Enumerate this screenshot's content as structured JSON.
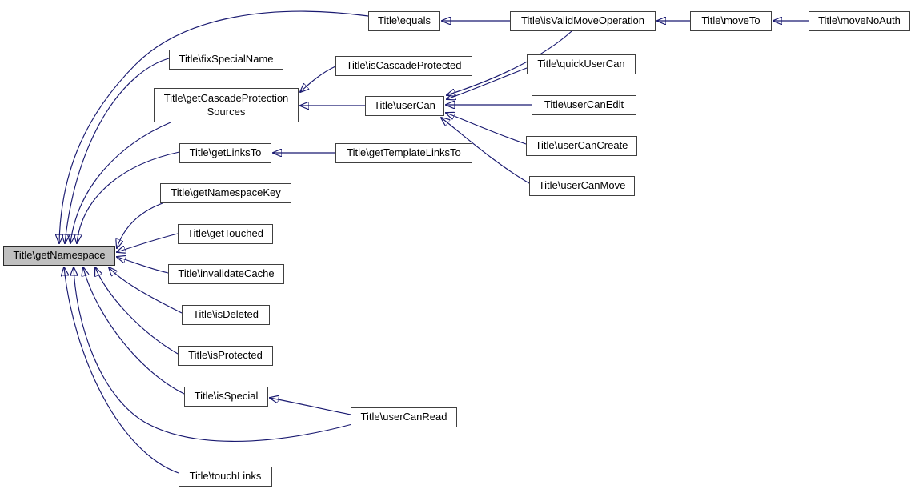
{
  "graph": {
    "kind": "caller-graph",
    "colors": {
      "edge": "#191970",
      "node_border": "#404040",
      "node_fill": "#ffffff",
      "highlight_fill": "#c0c0c0",
      "text": "#000000",
      "background": "#ffffff"
    },
    "nodes": [
      {
        "id": "getNamespace",
        "label": "Title\\getNamespace",
        "highlighted": true
      },
      {
        "id": "equals",
        "label": "Title\\equals",
        "highlighted": false
      },
      {
        "id": "isValidMoveOperation",
        "label": "Title\\isValidMoveOperation",
        "highlighted": false
      },
      {
        "id": "moveTo",
        "label": "Title\\moveTo",
        "highlighted": false
      },
      {
        "id": "moveNoAuth",
        "label": "Title\\moveNoAuth",
        "highlighted": false
      },
      {
        "id": "fixSpecialName",
        "label": "Title\\fixSpecialName",
        "highlighted": false
      },
      {
        "id": "isCascadeProtected",
        "label": "Title\\isCascadeProtected",
        "highlighted": false
      },
      {
        "id": "quickUserCan",
        "label": "Title\\quickUserCan",
        "highlighted": false
      },
      {
        "id": "getCascadeProtectionSources",
        "label": "Title\\getCascadeProtection\nSources",
        "highlighted": false
      },
      {
        "id": "userCan",
        "label": "Title\\userCan",
        "highlighted": false
      },
      {
        "id": "userCanEdit",
        "label": "Title\\userCanEdit",
        "highlighted": false
      },
      {
        "id": "getLinksTo",
        "label": "Title\\getLinksTo",
        "highlighted": false
      },
      {
        "id": "getTemplateLinksTo",
        "label": "Title\\getTemplateLinksTo",
        "highlighted": false
      },
      {
        "id": "userCanCreate",
        "label": "Title\\userCanCreate",
        "highlighted": false
      },
      {
        "id": "userCanMove",
        "label": "Title\\userCanMove",
        "highlighted": false
      },
      {
        "id": "getNamespaceKey",
        "label": "Title\\getNamespaceKey",
        "highlighted": false
      },
      {
        "id": "getTouched",
        "label": "Title\\getTouched",
        "highlighted": false
      },
      {
        "id": "invalidateCache",
        "label": "Title\\invalidateCache",
        "highlighted": false
      },
      {
        "id": "isDeleted",
        "label": "Title\\isDeleted",
        "highlighted": false
      },
      {
        "id": "isProtected",
        "label": "Title\\isProtected",
        "highlighted": false
      },
      {
        "id": "isSpecial",
        "label": "Title\\isSpecial",
        "highlighted": false
      },
      {
        "id": "userCanRead",
        "label": "Title\\userCanRead",
        "highlighted": false
      },
      {
        "id": "touchLinks",
        "label": "Title\\touchLinks",
        "highlighted": false
      }
    ],
    "edges": [
      {
        "from": "equals",
        "to": "getNamespace"
      },
      {
        "from": "fixSpecialName",
        "to": "getNamespace"
      },
      {
        "from": "getCascadeProtectionSources",
        "to": "getNamespace"
      },
      {
        "from": "getLinksTo",
        "to": "getNamespace"
      },
      {
        "from": "getNamespaceKey",
        "to": "getNamespace"
      },
      {
        "from": "getTouched",
        "to": "getNamespace"
      },
      {
        "from": "invalidateCache",
        "to": "getNamespace"
      },
      {
        "from": "isDeleted",
        "to": "getNamespace"
      },
      {
        "from": "isProtected",
        "to": "getNamespace"
      },
      {
        "from": "isSpecial",
        "to": "getNamespace"
      },
      {
        "from": "userCanRead",
        "to": "getNamespace"
      },
      {
        "from": "touchLinks",
        "to": "getNamespace"
      },
      {
        "from": "isValidMoveOperation",
        "to": "equals"
      },
      {
        "from": "moveTo",
        "to": "isValidMoveOperation"
      },
      {
        "from": "moveNoAuth",
        "to": "moveTo"
      },
      {
        "from": "isCascadeProtected",
        "to": "getCascadeProtectionSources"
      },
      {
        "from": "userCan",
        "to": "getCascadeProtectionSources"
      },
      {
        "from": "isValidMoveOperation",
        "to": "userCan"
      },
      {
        "from": "quickUserCan",
        "to": "userCan"
      },
      {
        "from": "userCanEdit",
        "to": "userCan"
      },
      {
        "from": "userCanCreate",
        "to": "userCan"
      },
      {
        "from": "userCanMove",
        "to": "userCan"
      },
      {
        "from": "getTemplateLinksTo",
        "to": "getLinksTo"
      },
      {
        "from": "userCanRead",
        "to": "isSpecial"
      }
    ]
  }
}
